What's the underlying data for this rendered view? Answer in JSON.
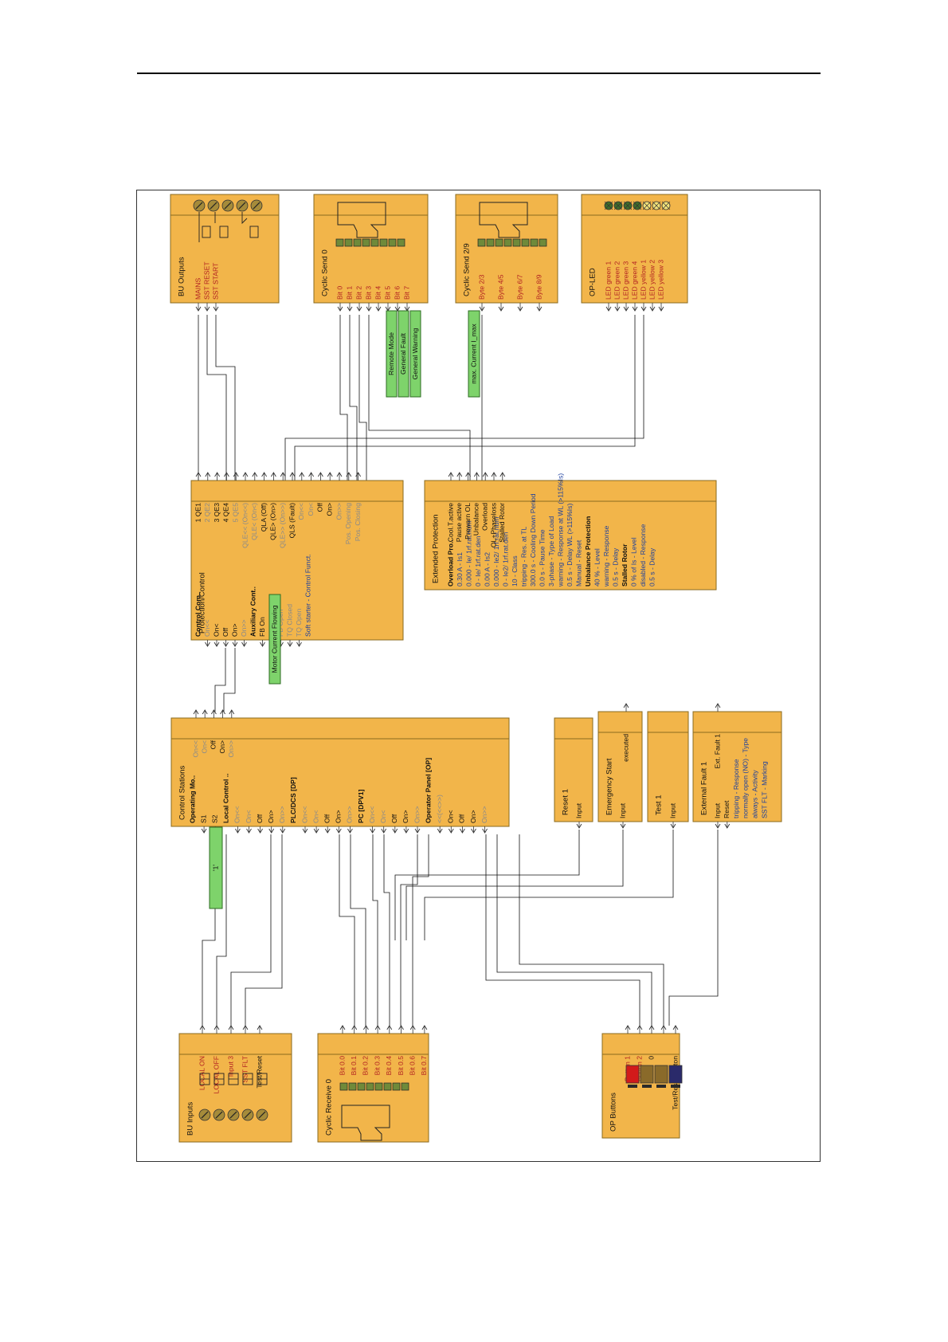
{
  "colors": {
    "block_fill": "#f2b54a",
    "block_stroke": "#8a6a1f",
    "green_fill": "#7ed36b",
    "green_stroke": "#2e6b23",
    "wire": "#111111",
    "wire_light": "#9a9a9a",
    "port_red": "#b22222",
    "port_blue": "#1c3f9e",
    "port_grey": "#8a8a8a",
    "led_green": "#3f6d2a",
    "led_yellow": "#f2e27a",
    "button_red": "#d21a1a",
    "button_brown": "#8a6a2a",
    "button_navy": "#2a2a6a"
  },
  "blocks": [
    {
      "id": "bu-outputs",
      "title": "BU Outputs",
      "inputs": [
        {
          "label": "MAINS",
          "tone": "red"
        },
        {
          "label": "SST RESET",
          "tone": "red"
        },
        {
          "label": "SST START",
          "tone": "red"
        }
      ],
      "outputs": []
    },
    {
      "id": "cyclic-send-0",
      "title": "Cyclic Send 0",
      "inputs": [
        {
          "label": "Bit 0",
          "tone": "red"
        },
        {
          "label": "Bit 1",
          "tone": "red"
        },
        {
          "label": "Bit 2",
          "tone": "red"
        },
        {
          "label": "Bit 3",
          "tone": "red"
        },
        {
          "label": "Bit 4",
          "tone": "red"
        },
        {
          "label": "Bit 5",
          "tone": "red"
        },
        {
          "label": "Bit 6",
          "tone": "red"
        },
        {
          "label": "Bit 7",
          "tone": "red"
        }
      ],
      "outputs": []
    },
    {
      "id": "cyclic-send-2-9",
      "title": "Cyclic Send 2/9",
      "inputs": [
        {
          "label": "Byte 2/3",
          "tone": "red"
        },
        {
          "label": "Byte 4/5",
          "tone": "red"
        },
        {
          "label": "Byte 6/7",
          "tone": "red"
        },
        {
          "label": "Byte 8/9",
          "tone": "red"
        }
      ],
      "outputs": []
    },
    {
      "id": "op-led",
      "title": "OP-LED",
      "inputs": [
        {
          "label": "LED green 1",
          "tone": "red"
        },
        {
          "label": "LED green 2",
          "tone": "red"
        },
        {
          "label": "LED green 3",
          "tone": "red"
        },
        {
          "label": "LED green 4",
          "tone": "red"
        },
        {
          "label": "LED yellow 1",
          "tone": "red"
        },
        {
          "label": "LED yellow 2",
          "tone": "red"
        },
        {
          "label": "LED yellow 3",
          "tone": "red"
        }
      ],
      "outputs": []
    },
    {
      "id": "protection-control",
      "title": "Protection/Control",
      "inputs": [
        {
          "label": "Control Com..",
          "tone": "bold"
        },
        {
          "label": "On<<",
          "tone": "grey"
        },
        {
          "label": "On<",
          "tone": "normal"
        },
        {
          "label": "Off",
          "tone": "normal"
        },
        {
          "label": "On>",
          "tone": "normal"
        },
        {
          "label": "On>>",
          "tone": "grey"
        },
        {
          "label": "Auxiliary Cont..",
          "tone": "bold"
        },
        {
          "label": "FB On",
          "tone": "normal"
        },
        {
          "label": "FB Closed",
          "tone": "grey"
        },
        {
          "label": "FB Open",
          "tone": "grey"
        },
        {
          "label": "TQ Closed",
          "tone": "grey"
        },
        {
          "label": "TQ Open",
          "tone": "grey"
        },
        {
          "label": "Soft starter - Control Funct.",
          "tone": "blue"
        }
      ],
      "outputs": [
        {
          "label": "1 QE1",
          "tone": "normal"
        },
        {
          "label": "2 QE2",
          "tone": "grey"
        },
        {
          "label": "3 QE3",
          "tone": "normal"
        },
        {
          "label": "4 QE4",
          "tone": "normal"
        },
        {
          "label": "5 QE5",
          "tone": "grey"
        },
        {
          "label": "QLE<< (On<<)",
          "tone": "grey"
        },
        {
          "label": "QLE< (On<)",
          "tone": "grey"
        },
        {
          "label": "QLA (Off)",
          "tone": "normal"
        },
        {
          "label": "QLE> (On>)",
          "tone": "normal"
        },
        {
          "label": "QLE>> (On>>)",
          "tone": "grey"
        },
        {
          "label": "QLS (Fault)",
          "tone": "normal"
        },
        {
          "label": "On<<",
          "tone": "grey"
        },
        {
          "label": "On<",
          "tone": "grey"
        },
        {
          "label": "Off",
          "tone": "normal"
        },
        {
          "label": "On>",
          "tone": "normal"
        },
        {
          "label": "On>>",
          "tone": "grey"
        },
        {
          "label": "Pos. Opening",
          "tone": "grey"
        },
        {
          "label": "Pos. Closing",
          "tone": "grey"
        }
      ]
    },
    {
      "id": "extended-protection",
      "title": "Extended Protection",
      "inputs": [
        {
          "label": "Overload Pro..",
          "tone": "bold"
        },
        {
          "label": "0.30 A - Is1",
          "tone": "blue"
        },
        {
          "label": "0.000 - Ie/ 1rf.rat.num",
          "tone": "blue"
        },
        {
          "label": "0 - Ie/ 1rf.rat.den",
          "tone": "blue"
        },
        {
          "label": "0.00 A - Is2",
          "tone": "blue"
        },
        {
          "label": "0.000 - Ie2/ 1rf.rat.num",
          "tone": "blue"
        },
        {
          "label": "0 - Ie2/ 1rf.rat.den",
          "tone": "blue"
        },
        {
          "label": "10 - Class",
          "tone": "blue"
        },
        {
          "label": "tripping - Res. at TL",
          "tone": "blue"
        },
        {
          "label": "300.0 s - Cooling Down Period",
          "tone": "blue"
        },
        {
          "label": "0.0 s - Pause Time",
          "tone": "blue"
        },
        {
          "label": "3-phase - Type of Load",
          "tone": "blue"
        },
        {
          "label": "warning - Response at WL (>115%Is)",
          "tone": "blue"
        },
        {
          "label": "0.5 s - Delay WL (>115%Is)",
          "tone": "blue"
        },
        {
          "label": "Manual - Reset",
          "tone": "blue"
        },
        {
          "label": "Unbalance Protection",
          "tone": "bold"
        },
        {
          "label": "40 % - Level",
          "tone": "blue"
        },
        {
          "label": "warning - Response",
          "tone": "blue"
        },
        {
          "label": "0.5 s - Delay",
          "tone": "blue"
        },
        {
          "label": "Stalled Rotor",
          "tone": "bold"
        },
        {
          "label": "0 % of Is - Level",
          "tone": "blue"
        },
        {
          "label": "disabled - Response",
          "tone": "blue"
        },
        {
          "label": "0.5 s - Delay",
          "tone": "blue"
        }
      ],
      "outputs": [
        {
          "label": "Cool.T.active",
          "tone": "normal"
        },
        {
          "label": "Pause active",
          "tone": "normal"
        },
        {
          "label": "Prewarn OL",
          "tone": "normal"
        },
        {
          "label": "Unbalance",
          "tone": "normal"
        },
        {
          "label": "Overload",
          "tone": "normal"
        },
        {
          "label": "OL+Phaseloss",
          "tone": "normal"
        },
        {
          "label": "Stalled Rotor",
          "tone": "normal"
        }
      ]
    },
    {
      "id": "control-stations",
      "title": "Control Stations",
      "inputs": [
        {
          "label": "Operating Mo..",
          "tone": "bold"
        },
        {
          "label": "S1",
          "tone": "normal"
        },
        {
          "label": "S2",
          "tone": "normal"
        },
        {
          "label": "Local Control ..",
          "tone": "bold"
        },
        {
          "label": "On<<",
          "tone": "grey"
        },
        {
          "label": "On<",
          "tone": "grey"
        },
        {
          "label": "Off",
          "tone": "normal"
        },
        {
          "label": "On>",
          "tone": "normal"
        },
        {
          "label": "On>>",
          "tone": "grey"
        },
        {
          "label": "PLC/DCS [DP]",
          "tone": "bold"
        },
        {
          "label": "On<<",
          "tone": "grey"
        },
        {
          "label": "On<",
          "tone": "grey"
        },
        {
          "label": "Off",
          "tone": "normal"
        },
        {
          "label": "On>",
          "tone": "normal"
        },
        {
          "label": "On>>",
          "tone": "grey"
        },
        {
          "label": "PC [DPV1]",
          "tone": "bold"
        },
        {
          "label": "On<<",
          "tone": "grey"
        },
        {
          "label": "On<",
          "tone": "grey"
        },
        {
          "label": "Off",
          "tone": "normal"
        },
        {
          "label": "On>",
          "tone": "normal"
        },
        {
          "label": "On>>",
          "tone": "grey"
        },
        {
          "label": "Operator Panel [OP]",
          "tone": "bold"
        },
        {
          "label": "<<(<<>>)",
          "tone": "grey"
        },
        {
          "label": "On<",
          "tone": "normal"
        },
        {
          "label": "Off",
          "tone": "normal"
        },
        {
          "label": "On>",
          "tone": "normal"
        },
        {
          "label": "On>>",
          "tone": "grey"
        }
      ],
      "outputs": [
        {
          "label": "On<<",
          "tone": "grey"
        },
        {
          "label": "On<",
          "tone": "grey"
        },
        {
          "label": "Off",
          "tone": "normal"
        },
        {
          "label": "On>",
          "tone": "normal"
        },
        {
          "label": "On>>",
          "tone": "grey"
        }
      ]
    },
    {
      "id": "reset-1",
      "title": "Reset 1",
      "inputs": [
        {
          "label": "Input",
          "tone": "normal"
        }
      ],
      "outputs": []
    },
    {
      "id": "emergency-start",
      "title": "Emergency Start",
      "inputs": [
        {
          "label": "Input",
          "tone": "normal"
        }
      ],
      "outputs": [
        {
          "label": "executed",
          "tone": "normal"
        }
      ]
    },
    {
      "id": "test-1",
      "title": "Test 1",
      "inputs": [
        {
          "label": "Input",
          "tone": "normal"
        }
      ],
      "outputs": []
    },
    {
      "id": "external-fault-1",
      "title": "External Fault 1",
      "inputs": [
        {
          "label": "Input",
          "tone": "normal"
        },
        {
          "label": "Reset",
          "tone": "normal"
        },
        {
          "label": "tripping - Response",
          "tone": "blue"
        },
        {
          "label": "normally open (NO) - Type",
          "tone": "blue"
        },
        {
          "label": "always - Activity",
          "tone": "blue"
        },
        {
          "label": "SST FLT - Marking",
          "tone": "blue"
        }
      ],
      "outputs": [
        {
          "label": "Ext. Fault 1",
          "tone": "normal"
        }
      ]
    },
    {
      "id": "bu-inputs",
      "title": "BU Inputs",
      "inputs": [],
      "outputs": [
        {
          "label": "LOCAL ON",
          "tone": "red"
        },
        {
          "label": "LOCAL OFF",
          "tone": "red"
        },
        {
          "label": "Input 3",
          "tone": "red"
        },
        {
          "label": "SST FLT",
          "tone": "red"
        },
        {
          "label": "Test/Reset",
          "tone": "normal"
        }
      ]
    },
    {
      "id": "cyclic-receive-0",
      "title": "Cyclic Receive 0",
      "inputs": [],
      "outputs": [
        {
          "label": "Bit 0.0",
          "tone": "red"
        },
        {
          "label": "Bit 0.1",
          "tone": "red"
        },
        {
          "label": "Bit 0.2",
          "tone": "red"
        },
        {
          "label": "Bit 0.3",
          "tone": "red"
        },
        {
          "label": "Bit 0.4",
          "tone": "red"
        },
        {
          "label": "Bit 0.5",
          "tone": "red"
        },
        {
          "label": "Bit 0.6",
          "tone": "red"
        },
        {
          "label": "Bit 0.7",
          "tone": "red"
        }
      ]
    },
    {
      "id": "op-buttons",
      "title": "OP Buttons",
      "inputs": [],
      "outputs": [
        {
          "label": "Button 1",
          "tone": "red"
        },
        {
          "label": "Button 2",
          "tone": "red"
        },
        {
          "label": "0",
          "tone": "normal"
        },
        {
          "label": "",
          "tone": "normal"
        },
        {
          "label": "Test/Reset Button",
          "tone": "normal"
        }
      ]
    }
  ],
  "green_labels": [
    {
      "id": "motor-current-flowing",
      "text": "Motor Current Flowing"
    },
    {
      "id": "remote-mode",
      "text": "Remote Mode"
    },
    {
      "id": "general-fault",
      "text": "General Fault"
    },
    {
      "id": "general-warning",
      "text": "General Warning"
    },
    {
      "id": "max-current",
      "text": "max. Current I_max"
    },
    {
      "id": "constant-one",
      "text": "'1'"
    }
  ]
}
